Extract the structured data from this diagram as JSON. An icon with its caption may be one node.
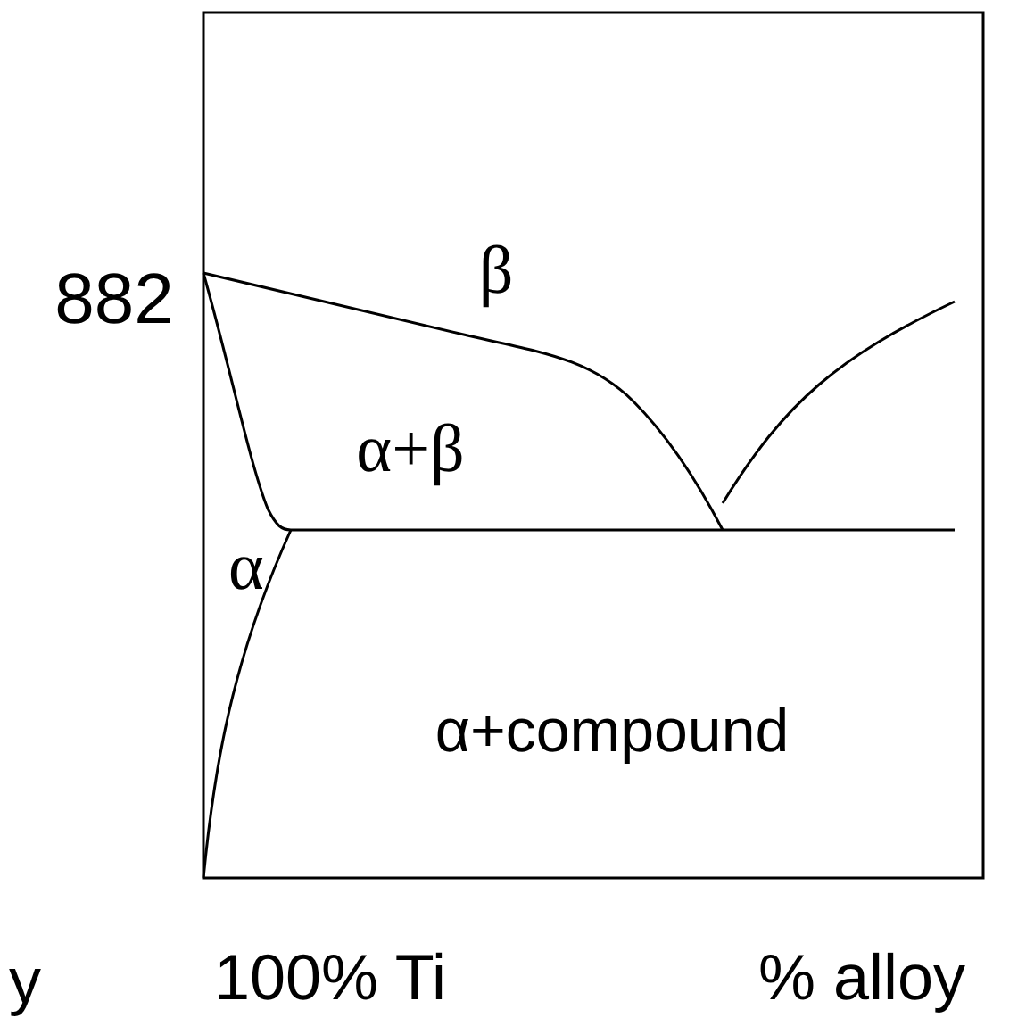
{
  "diagram": {
    "labels": [
      "882",
      "β",
      "α+β",
      "α",
      "α+compound",
      "y",
      "100% Ti",
      "% alloy"
    ]
  }
}
